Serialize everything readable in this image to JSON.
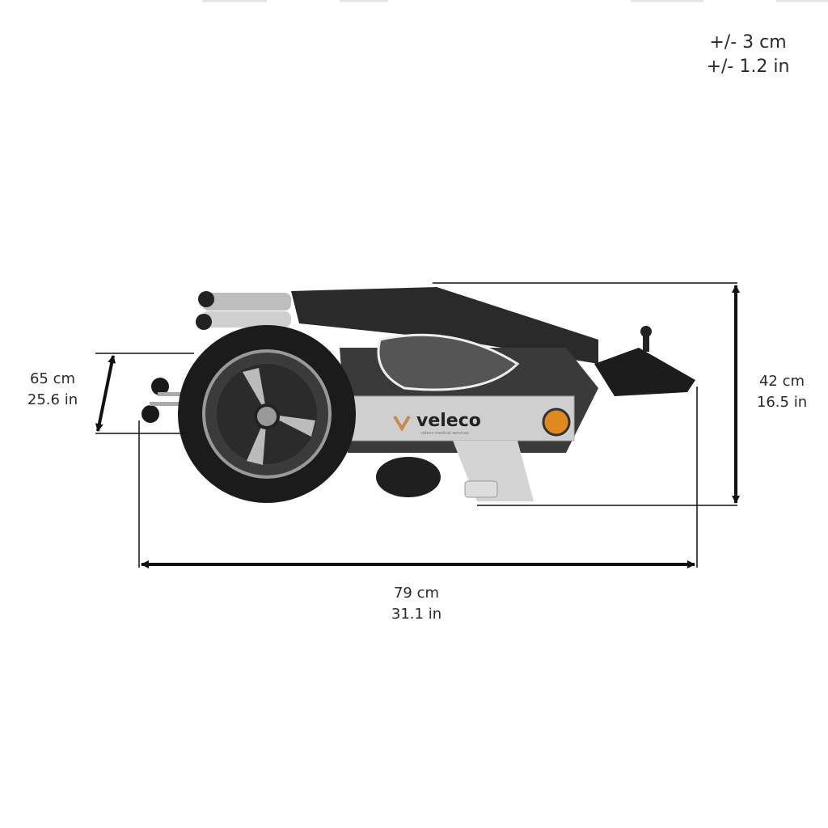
{
  "tolerance": {
    "cm": "+/- 3 cm",
    "in": "+/- 1.2 in"
  },
  "dimensions": {
    "depth": {
      "cm": "65 cm",
      "in": "25.6 in"
    },
    "height": {
      "cm": "42 cm",
      "in": "16.5 in"
    },
    "length": {
      "cm": "79 cm",
      "in": "31.1 in"
    }
  },
  "product": {
    "brand": "veleco",
    "tagline": "veleco medical services"
  },
  "colors": {
    "frame": "#c9c9c9",
    "tire": "#1b1b1b",
    "accent": "#e08a1e",
    "line": "#111111"
  }
}
